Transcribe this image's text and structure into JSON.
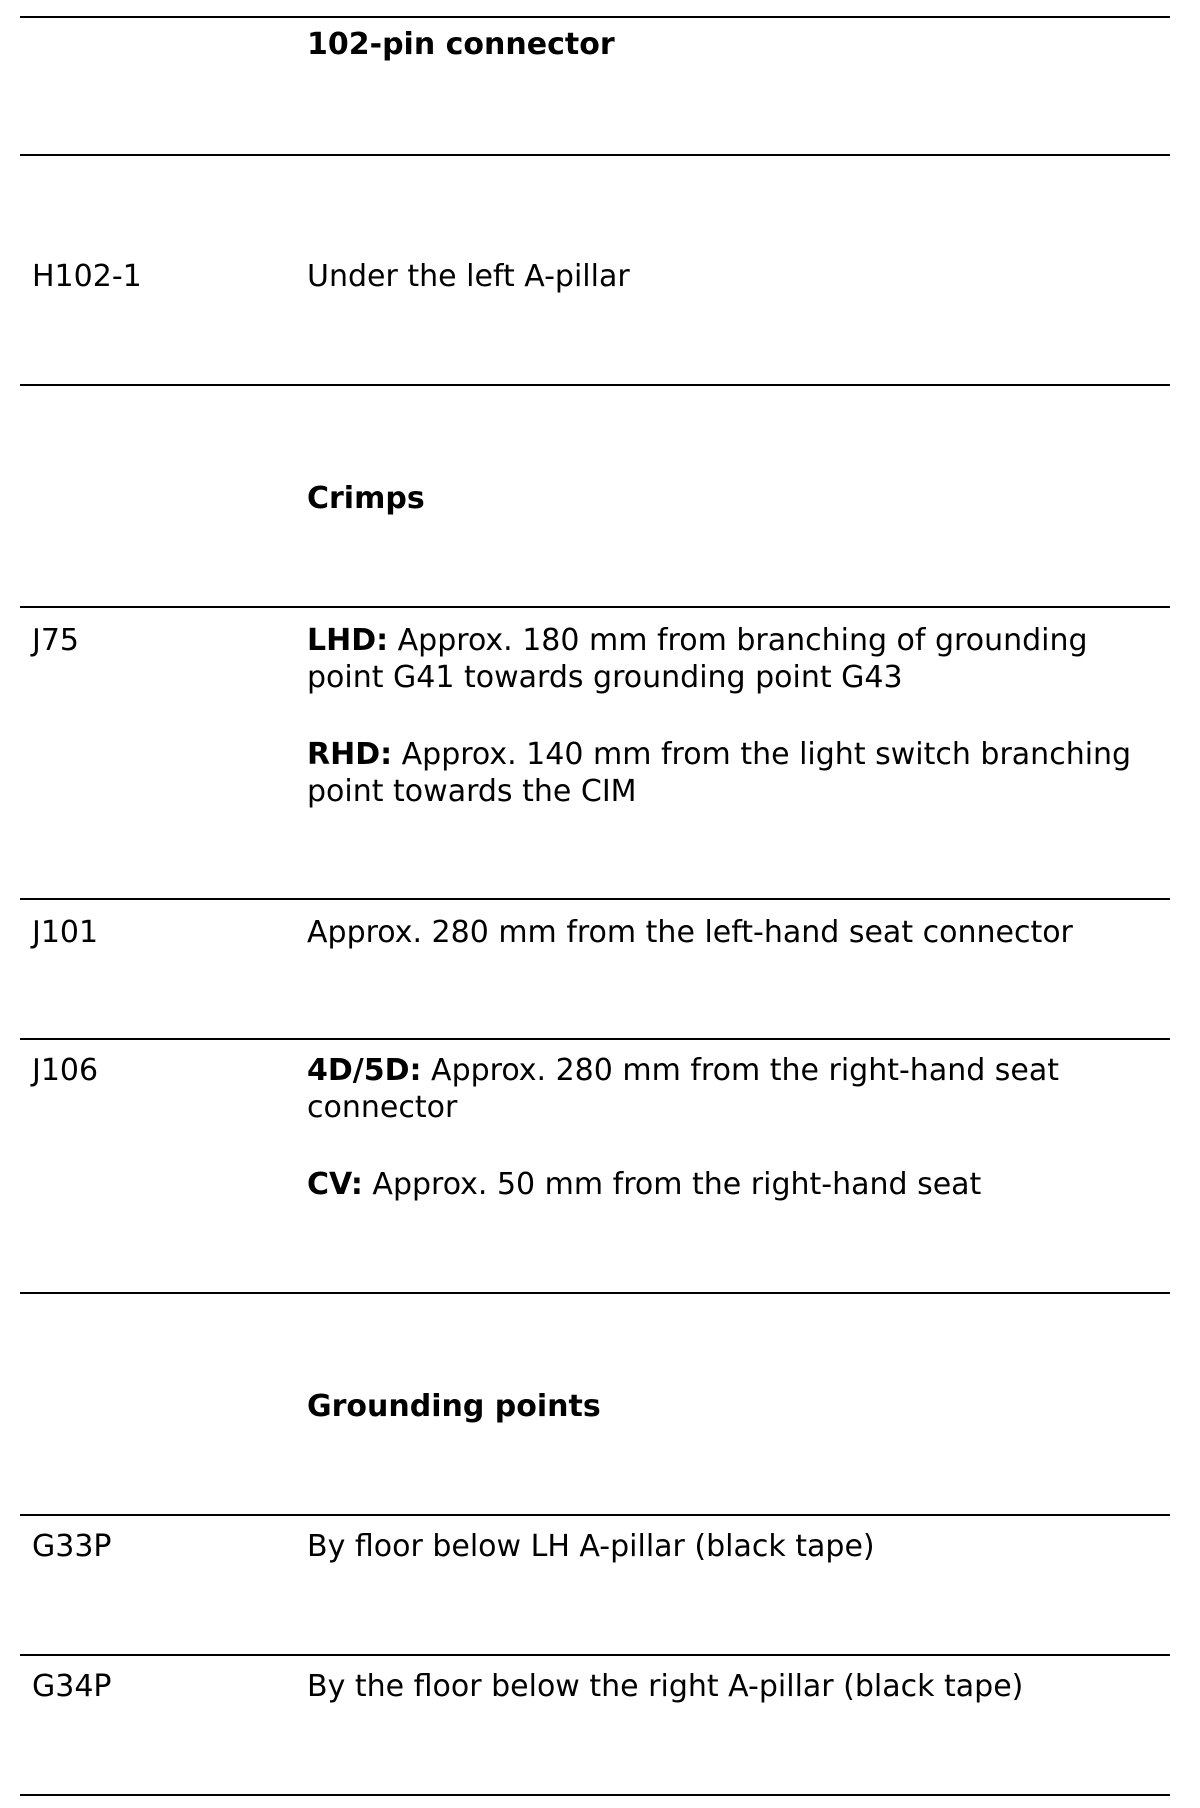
{
  "sections": {
    "connector": {
      "heading": "102-pin connector",
      "rows": [
        {
          "code": "H102-1",
          "text": "Under the left A-pillar"
        }
      ]
    },
    "crimps": {
      "heading": "Crimps",
      "rows": [
        {
          "code": "J75",
          "p1_label": "LHD:",
          "p1_text": " Approx. 180 mm from branching of grounding point G41 towards grounding point G43",
          "p2_label": "RHD:",
          "p2_text": " Approx. 140 mm from the light switch branching point towards the CIM"
        },
        {
          "code": "J101",
          "text": "Approx. 280 mm from the left-hand seat connector"
        },
        {
          "code": "J106",
          "p1_label": "4D/5D:",
          "p1_text": " Approx. 280 mm from the right-hand seat connector",
          "p2_label": "CV:",
          "p2_text": " Approx. 50 mm from the right-hand seat"
        }
      ]
    },
    "grounding": {
      "heading": "Grounding points",
      "rows": [
        {
          "code": "G33P",
          "text": "By floor below LH A-pillar (black tape)"
        },
        {
          "code": "G34P",
          "text": "By the floor below the right A-pillar (black tape)"
        }
      ]
    }
  }
}
